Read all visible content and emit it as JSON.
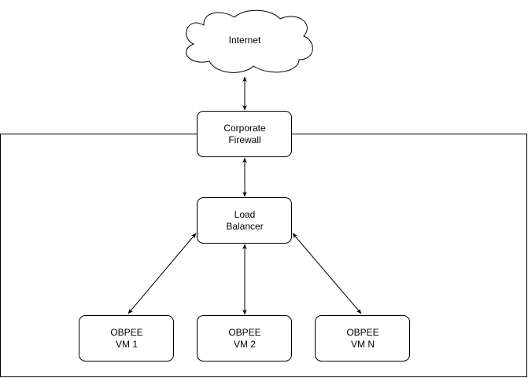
{
  "diagram": {
    "cloud": {
      "label": "Internet"
    },
    "firewall": {
      "line1": "Corporate",
      "line2": "Firewall"
    },
    "load_balancer": {
      "line1": "Load",
      "line2": "Balancer"
    },
    "vms": [
      {
        "line1": "OBPEE",
        "line2": "VM 1"
      },
      {
        "line1": "OBPEE",
        "line2": "VM 2"
      },
      {
        "line1": "OBPEE",
        "line2": "VM N"
      }
    ]
  }
}
